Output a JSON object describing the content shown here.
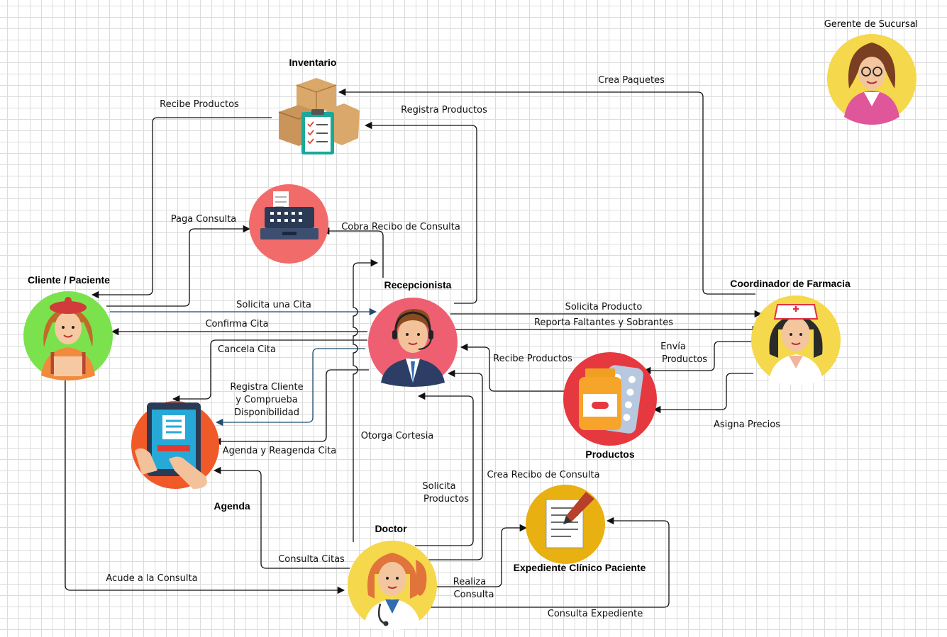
{
  "nodes": {
    "gerente": "Gerente de Sucursal",
    "inventario": "Inventario",
    "cliente": "Cliente / Paciente",
    "recepcionista": "Recepcionista",
    "coordinador": "Coordinador de Farmacia",
    "productos": "Productos",
    "agenda": "Agenda",
    "doctor": "Doctor",
    "expediente": "Expediente Clínico Paciente"
  },
  "edges": {
    "crea_paquetes": "Crea Paquetes",
    "registra_productos": "Registra Productos",
    "recibe_productos_cliente": "Recibe Productos",
    "paga_consulta": "Paga Consulta",
    "cobra_recibo": "Cobra Recibo de Consulta",
    "solicita_cita": "Solicita una Cita",
    "confirma_cita": "Confirma Cita",
    "cancela_cita": "Cancela Cita",
    "registra_cliente": [
      "Registra Cliente",
      "y Comprueba",
      "Disponibilidad"
    ],
    "agenda_reagenda": "Agenda y Reagenda Cita",
    "solicita_producto": "Solicita Producto",
    "reporta_faltantes": "Reporta  Faltantes y Sobrantes",
    "envia_productos": [
      "Envía",
      "Productos"
    ],
    "recibe_productos_recep": "Recibe Productos",
    "asigna_precios": "Asigna Precios",
    "otorga_cortesia": "Otorga Cortesia",
    "crea_recibo": "Crea Recibo de Consulta",
    "solicita_productos_doc": [
      "Solicita",
      "Productos"
    ],
    "consulta_citas": "Consulta Citas",
    "acude_consulta": "Acude a la Consulta",
    "realiza_consulta": [
      "Realiza",
      "Consulta"
    ],
    "consulta_expediente": "Consulta Expediente"
  }
}
